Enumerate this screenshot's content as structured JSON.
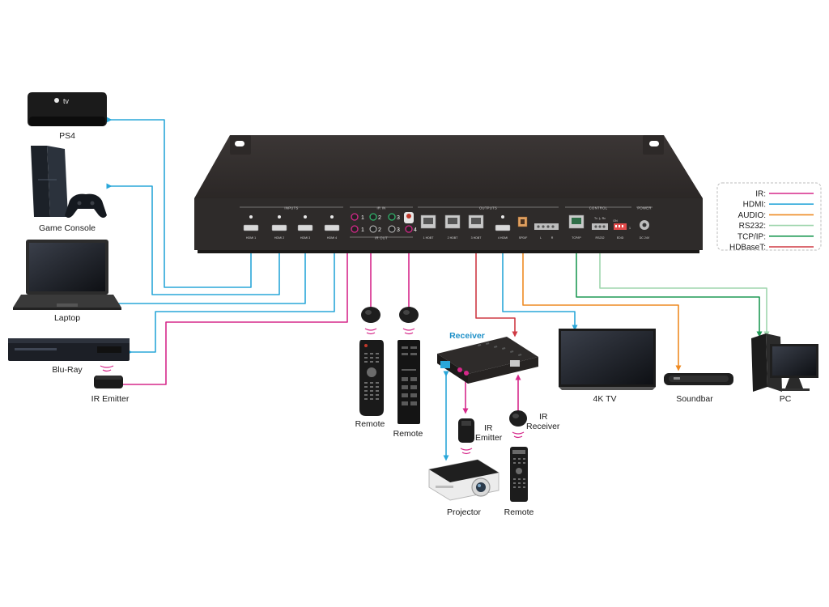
{
  "labels": {
    "ps4": "PS4",
    "game_console": "Game Console",
    "laptop": "Laptop",
    "bluray": "Blu-Ray",
    "ir_emitter_left": "IR Emitter",
    "remote_1": "Remote",
    "remote_2": "Remote",
    "receiver": "Receiver",
    "ir_emitter_receiver_line1": "IR",
    "ir_emitter_receiver_line2": "Emitter",
    "ir_receiver_line1": "IR",
    "ir_receiver_line2": "Receiver",
    "projector": "Projector",
    "remote_3": "Remote",
    "tv": "4K TV",
    "soundbar": "Soundbar",
    "pc": "PC",
    "appletv_logo": "tv"
  },
  "panel": {
    "sections": {
      "inputs": "INPUTS",
      "ir_in": "IR IN",
      "ir_out": "IR OUT",
      "outputs": "OUTPUTS",
      "control": "CONTROL",
      "power": "POWER"
    },
    "ports": {
      "hdmi1": "HDMI 1",
      "hdmi2": "HDMI 2",
      "hdmi3": "HDMI 3",
      "hdmi4": "HDMI 4",
      "out1": "1 HDBT",
      "out2": "2 HDBT",
      "out3": "3 HDBT",
      "out4": "4 HDMI",
      "spdif": "SPDIF",
      "l": "L",
      "r": "R",
      "tcpip": "TCP/IP",
      "rs232": "RS232",
      "edid": "EDID",
      "dc": "DC 24V",
      "txrx": "Tx ⏚ Rx",
      "on": "ON",
      "one": "1"
    },
    "ir_numbers": {
      "in1": "1",
      "in2": "2",
      "in3": "3",
      "in4": "4",
      "out1": "1",
      "out2": "2",
      "out3": "3",
      "out4": "4"
    }
  },
  "legend": {
    "items": [
      {
        "label": "IR:",
        "color": "#d6288a"
      },
      {
        "label": "HDMI:",
        "color": "#2aa7d9"
      },
      {
        "label": "AUDIO:",
        "color": "#ee8a22"
      },
      {
        "label": "RS232:",
        "color": "#9fd6ae"
      },
      {
        "label": "TCP/IP:",
        "color": "#1f9a55"
      },
      {
        "label": "HDBaseT:",
        "color": "#cf3a44"
      }
    ]
  }
}
